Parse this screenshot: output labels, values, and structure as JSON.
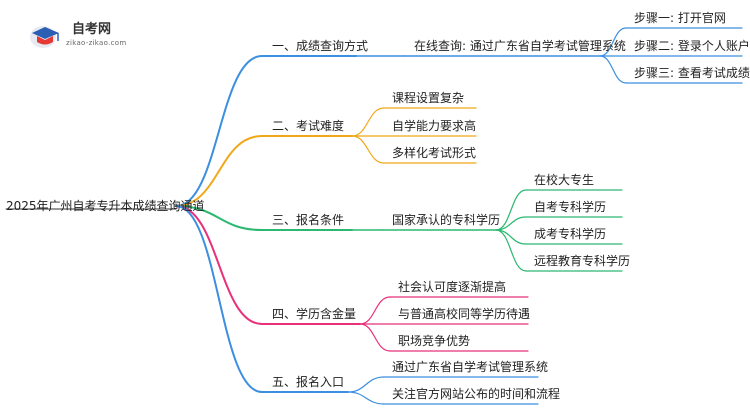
{
  "brand": {
    "name": "自考网",
    "url": "zikao-zikao.com"
  },
  "root": "2025年广州自考专升本成绩查询通道",
  "branches": [
    {
      "label": "一、成绩查询方式",
      "color": "#3b8fe0",
      "sub": "在线查询: 通过广东省自学考试管理系统",
      "leaves": [
        "步骤一: 打开官网",
        "步骤二: 登录个人账户",
        "步骤三: 查看考试成绩"
      ]
    },
    {
      "label": "二、考试难度",
      "color": "#f0a818",
      "leaves": [
        "课程设置复杂",
        "自学能力要求高",
        "多样化考试形式"
      ]
    },
    {
      "label": "三、报名条件",
      "color": "#2cb870",
      "sub": "国家承认的专科学历",
      "leaves": [
        "在校大专生",
        "自考专科学历",
        "成考专科学历",
        "远程教育专科学历"
      ]
    },
    {
      "label": "四、学历含金量",
      "color": "#e8317a",
      "leaves": [
        "社会认可度逐渐提高",
        "与普通高校同等学历待遇",
        "职场竞争优势"
      ]
    },
    {
      "label": "五、报名入口",
      "color": "#3b8fe0",
      "leaves": [
        "通过广东省自学考试管理系统",
        "关注官方网站公布的时间和流程"
      ]
    }
  ]
}
